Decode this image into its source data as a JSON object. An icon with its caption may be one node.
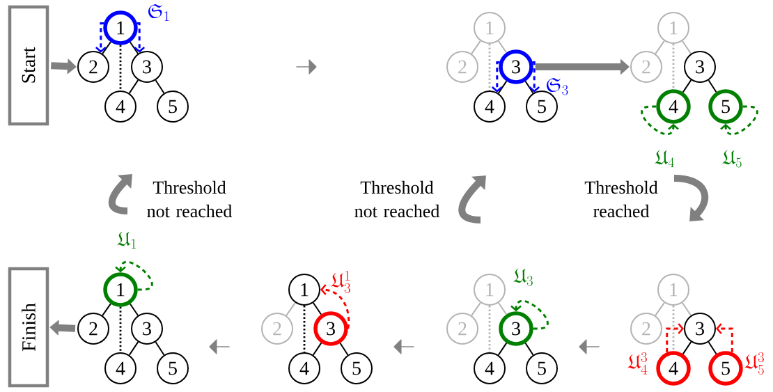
{
  "diagram": {
    "nodes": [
      {
        "text": [
          "Start"
        ]
      },
      {
        "text": [
          "1"
        ]
      },
      {
        "text": [
          "2"
        ]
      },
      {
        "text": [
          "3"
        ]
      },
      {
        "text": [
          "4"
        ]
      },
      {
        "text": [
          "5"
        ]
      },
      {
        "text": [
          "1"
        ]
      },
      {
        "text": [
          "2"
        ]
      },
      {
        "text": [
          "3"
        ]
      },
      {
        "text": [
          "4"
        ]
      },
      {
        "text": [
          "5"
        ]
      },
      {
        "text": [
          "1"
        ]
      },
      {
        "text": [
          "2"
        ]
      },
      {
        "text": [
          "3"
        ]
      },
      {
        "text": [
          "4"
        ]
      },
      {
        "text": [
          "5"
        ]
      },
      {
        "text": [
          "Finish"
        ]
      },
      {
        "text": [
          "1"
        ]
      },
      {
        "text": [
          "2"
        ]
      },
      {
        "text": [
          "3"
        ]
      },
      {
        "text": [
          "4"
        ]
      },
      {
        "text": [
          "5"
        ]
      },
      {
        "text": [
          "1"
        ]
      },
      {
        "text": [
          "2"
        ]
      },
      {
        "text": [
          "3"
        ]
      },
      {
        "text": [
          "4"
        ]
      },
      {
        "text": [
          "5"
        ]
      },
      {
        "text": [
          "1"
        ]
      },
      {
        "text": [
          "2"
        ]
      },
      {
        "text": [
          "3"
        ]
      },
      {
        "text": [
          "4"
        ]
      },
      {
        "text": [
          "5"
        ]
      },
      {
        "text": [
          "1"
        ]
      },
      {
        "text": [
          "2"
        ]
      },
      {
        "text": [
          "3"
        ]
      },
      {
        "text": [
          "4"
        ]
      },
      {
        "text": [
          "5"
        ]
      },
      {
        "text": [],
        "shape": "arrow"
      },
      {
        "text": [],
        "shape": "arrow"
      },
      {
        "text": [],
        "shape": "arrow"
      },
      {
        "text": [],
        "shape": "arrow"
      }
    ],
    "edges": [
      {
        "from": 1,
        "to": 2,
        "arrow": "none"
      },
      {
        "from": 1,
        "to": 3,
        "arrow": "none"
      },
      {
        "from": 1,
        "to": 4,
        "arrow": "none",
        "style": "dashed"
      },
      {
        "from": 3,
        "to": 4,
        "arrow": "none"
      },
      {
        "from": 3,
        "to": 5,
        "arrow": "none"
      },
      {
        "from": 1,
        "to": 2,
        "arrow": "to",
        "style": "dashed",
        "color": "#0000ff"
      },
      {
        "from": 1,
        "to": 3,
        "arrow": "to",
        "style": "dashed",
        "color": "#0000ff"
      },
      {
        "from": 6,
        "to": 7,
        "arrow": "none",
        "color": "#b3b3b3"
      },
      {
        "from": 6,
        "to": 8,
        "arrow": "none",
        "color": "#b3b3b3"
      },
      {
        "from": 6,
        "to": 9,
        "arrow": "none",
        "style": "dashed",
        "color": "#b3b3b3"
      },
      {
        "from": 8,
        "to": 9,
        "arrow": "none"
      },
      {
        "from": 8,
        "to": 10,
        "arrow": "none"
      },
      {
        "from": 8,
        "to": 9,
        "arrow": "to",
        "style": "dashed",
        "color": "#0000ff"
      },
      {
        "from": 8,
        "to": 10,
        "arrow": "to",
        "style": "dashed",
        "color": "#0000ff"
      },
      {
        "from": 11,
        "to": 12,
        "arrow": "none",
        "color": "#b3b3b3"
      },
      {
        "from": 11,
        "to": 13,
        "arrow": "none",
        "color": "#b3b3b3"
      },
      {
        "from": 11,
        "to": 14,
        "arrow": "none",
        "style": "dashed",
        "color": "#b3b3b3"
      },
      {
        "from": 13,
        "to": 14,
        "arrow": "none"
      },
      {
        "from": 13,
        "to": 15,
        "arrow": "none"
      },
      {
        "from": 14,
        "to": 14,
        "arrow": "to",
        "style": "dashed",
        "color": "#008000"
      },
      {
        "from": 15,
        "to": 15,
        "arrow": "to",
        "style": "dashed",
        "color": "#008000"
      },
      {
        "from": 17,
        "to": 18,
        "arrow": "none"
      },
      {
        "from": 17,
        "to": 19,
        "arrow": "none"
      },
      {
        "from": 17,
        "to": 20,
        "arrow": "none",
        "style": "dashed"
      },
      {
        "from": 19,
        "to": 20,
        "arrow": "none"
      },
      {
        "from": 19,
        "to": 21,
        "arrow": "none"
      },
      {
        "from": 17,
        "to": 17,
        "arrow": "to",
        "style": "dashed",
        "color": "#008000"
      },
      {
        "from": 22,
        "to": 23,
        "arrow": "none",
        "color": "#b3b3b3"
      },
      {
        "from": 22,
        "to": 24,
        "arrow": "none"
      },
      {
        "from": 22,
        "to": 25,
        "arrow": "none",
        "style": "dashed"
      },
      {
        "from": 24,
        "to": 25,
        "arrow": "none"
      },
      {
        "from": 24,
        "to": 26,
        "arrow": "none"
      },
      {
        "from": 24,
        "to": 22,
        "arrow": "to",
        "style": "dashed",
        "color": "#ff0000"
      },
      {
        "from": 27,
        "to": 28,
        "arrow": "none",
        "color": "#b3b3b3"
      },
      {
        "from": 27,
        "to": 29,
        "arrow": "none",
        "color": "#b3b3b3"
      },
      {
        "from": 27,
        "to": 30,
        "arrow": "none",
        "style": "dashed",
        "color": "#b3b3b3"
      },
      {
        "from": 29,
        "to": 30,
        "arrow": "none"
      },
      {
        "from": 29,
        "to": 31,
        "arrow": "none"
      },
      {
        "from": 29,
        "to": 29,
        "arrow": "to",
        "style": "dashed",
        "color": "#008000"
      },
      {
        "from": 32,
        "to": 33,
        "arrow": "none",
        "color": "#b3b3b3"
      },
      {
        "from": 32,
        "to": 34,
        "arrow": "none",
        "color": "#b3b3b3"
      },
      {
        "from": 32,
        "to": 35,
        "arrow": "none",
        "style": "dashed",
        "color": "#b3b3b3"
      },
      {
        "from": 34,
        "to": 35,
        "arrow": "none"
      },
      {
        "from": 34,
        "to": 36,
        "arrow": "none"
      },
      {
        "from": 35,
        "to": 34,
        "arrow": "to",
        "style": "dashed",
        "color": "#ff0000"
      },
      {
        "from": 36,
        "to": 34,
        "arrow": "to",
        "style": "dashed",
        "color": "#ff0000"
      },
      {
        "from": 0,
        "to": 2,
        "arrow": "to",
        "style": "thick",
        "color": "#808080"
      },
      {
        "from": 8,
        "to": 12,
        "arrow": "to",
        "style": "thick",
        "color": "#808080"
      },
      {
        "from": 18,
        "to": 16,
        "arrow": "to",
        "style": "thick",
        "color": "#808080"
      }
    ],
    "labels": [
      "\\mathfrak{S}_1",
      "\\mathfrak{S}_3",
      "\\mathfrak{U}_4",
      "\\mathfrak{U}_5",
      "Threshold not reached",
      "Threshold not reached",
      "Threshold reached",
      "\\mathfrak{U}_1",
      "\\mathfrak{U}_3^1",
      "\\mathfrak{U}_3",
      "\\mathfrak{U}_4^3",
      "\\mathfrak{U}_5^3"
    ]
  }
}
